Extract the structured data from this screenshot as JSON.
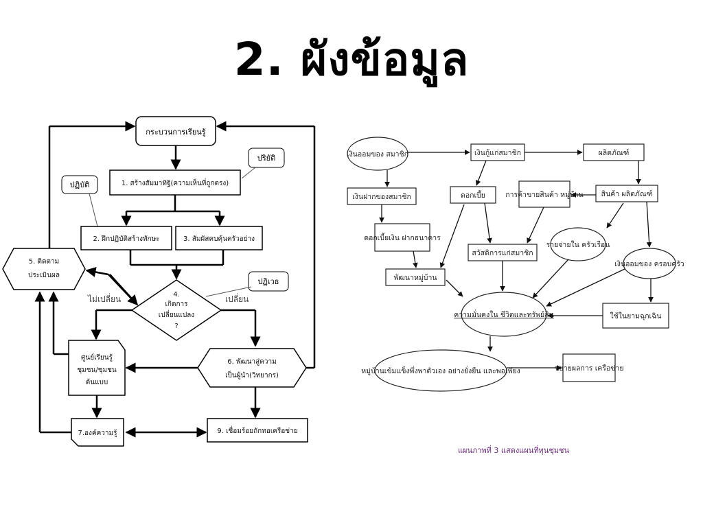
{
  "slide": {
    "title": "2. ผังข้อมูล"
  },
  "left_flowchart": {
    "nodes": {
      "learning_process": "กระบวนการเรียนรู้",
      "step1": "1. สร้างสัมมาทิฐิ(ความเห็นที่ถูกตรง)",
      "step2": "2. ฝึกปฏิบัติสร้างทักษะ",
      "step3": "3. สัมผัสคบคุ้นครัวอย่าง",
      "step4_line1": "4.",
      "step4_line2": "เกิดการ",
      "step4_line3": "เปลี่ยนแปลง",
      "step4_line4": "?",
      "step5_line1": "5. ติดตาม",
      "step5_line2": "ประเมินผล",
      "step6_line1": "6. พัฒนาสู่ความ",
      "step6_line2": "เป็นผู้นำ(วิทยากร)",
      "center_line1": "ศูนย์เรียนรู้",
      "center_line2": "ชุมชน/ชุมชน",
      "center_line3": "ต้นแบบ",
      "step7": "7.องค์ความรู้",
      "step9": "9. เชื่อมร้อยถักทอเครือข่าย"
    },
    "callouts": {
      "practice_top": "ปริยัติ",
      "practice_left": "ปฏิบัติ",
      "realization": "ปฏิเวธ"
    },
    "edge_labels": {
      "no_change": "ไม่เปลี่ยน",
      "change": "เปลี่ยน"
    }
  },
  "right_diagram": {
    "nodes": {
      "member_savings": "เงินออมของ สมาชิก",
      "member_loans": "เงินกู้แก่สมาชิก",
      "products": "ผลิตภัณฑ์",
      "member_deposit": "เงินฝากของสมาชิก",
      "interest": "ดอกเบี้ย",
      "village_trade": "การค้าขายสินค้า หมู่บ้าน",
      "goods_products": "สินค้า ผลิตภัณฑ์",
      "deposit_interest": "ดอกเบี้ยเงิน ฝากธนาคาร",
      "member_welfare": "สวัสดิการแก่สมาชิก",
      "household_income": "รายจ่ายใน ครัวเรือน",
      "family_savings": "เงินออมของ ครอบครัว",
      "village_dev": "พัฒนาหมู่บ้าน",
      "security": "ความมั่นคงใน ชีวิตและทรัพย์สิน",
      "emergency": "ใช้ในยามฉุกเฉิน",
      "strong_village": "หมู่บ้านเข้มแข็งพึ่งพาตัวเอง อย่างยั่งยืน และพอเพียง",
      "network": "ขยายผลการ เครือข่าย"
    },
    "caption": "แผนภาพที่ 3 แสดงแผนที่ทุนชุมชน"
  }
}
